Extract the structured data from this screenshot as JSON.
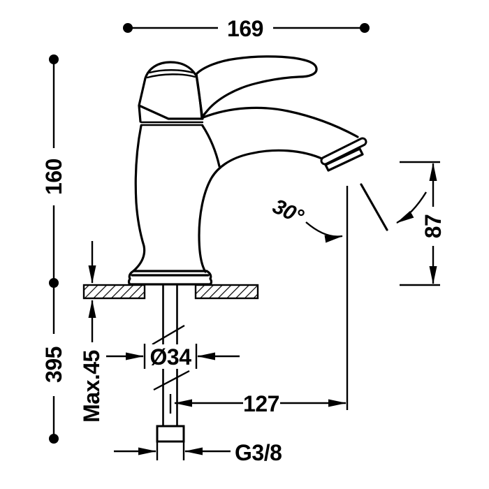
{
  "drawing": {
    "dimensions": {
      "overall_length": "169",
      "height_above_deck": "160",
      "height_below_deck": "395",
      "max_deck_thickness": "Max.45",
      "mounting_hole_diameter": "Ø34",
      "spout_reach": "127",
      "outlet_height": "87",
      "outlet_angle": "30°",
      "inlet_thread": "G3/8"
    },
    "colors": {
      "line": "#000000",
      "background": "#ffffff"
    }
  }
}
